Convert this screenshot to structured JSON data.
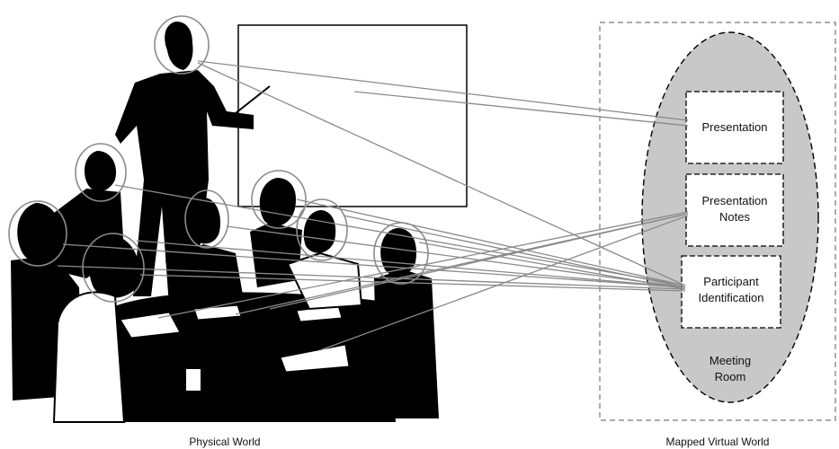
{
  "physical_world": {
    "caption": "Physical World"
  },
  "virtual_world": {
    "caption": "Mapped Virtual World",
    "room_label_line1": "Meeting",
    "room_label_line2": "Room",
    "boxes": {
      "presentation": "Presentation",
      "notes_line1": "Presentation",
      "notes_line2": "Notes",
      "participant_line1": "Participant",
      "participant_line2": "Identification"
    }
  },
  "colors": {
    "ellipse_fill": "#c8c8c8",
    "connector": "#8a8a8a",
    "silhouette": "#000000"
  }
}
